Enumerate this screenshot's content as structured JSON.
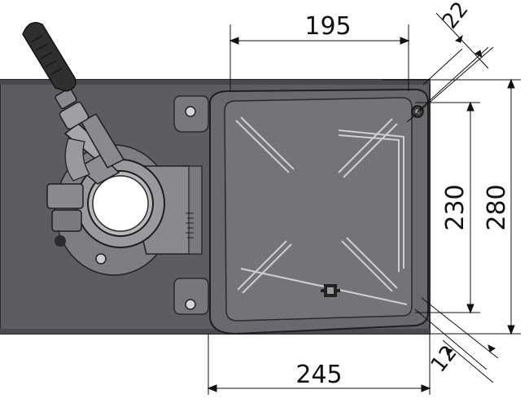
{
  "dimensions": {
    "top_width": "195",
    "bottom_width": "245",
    "slot_spacing": "230",
    "overall_depth": "280",
    "top_corner_offset": "22",
    "bottom_corner_offset": "12"
  },
  "colors": {
    "base_fill": "#5d5d61",
    "base_edge": "#2a2a2c",
    "table_fill": "#6a6a6e",
    "table_inner": "#737378",
    "slot_stroke": "#cfcfd2",
    "casting_fill": "#8a8a8e",
    "dim_line": "#111111"
  },
  "icons": {
    "handle": "lever-handle-icon",
    "bolt": "bolt-hole-icon",
    "center_mark": "center-mark-icon"
  }
}
